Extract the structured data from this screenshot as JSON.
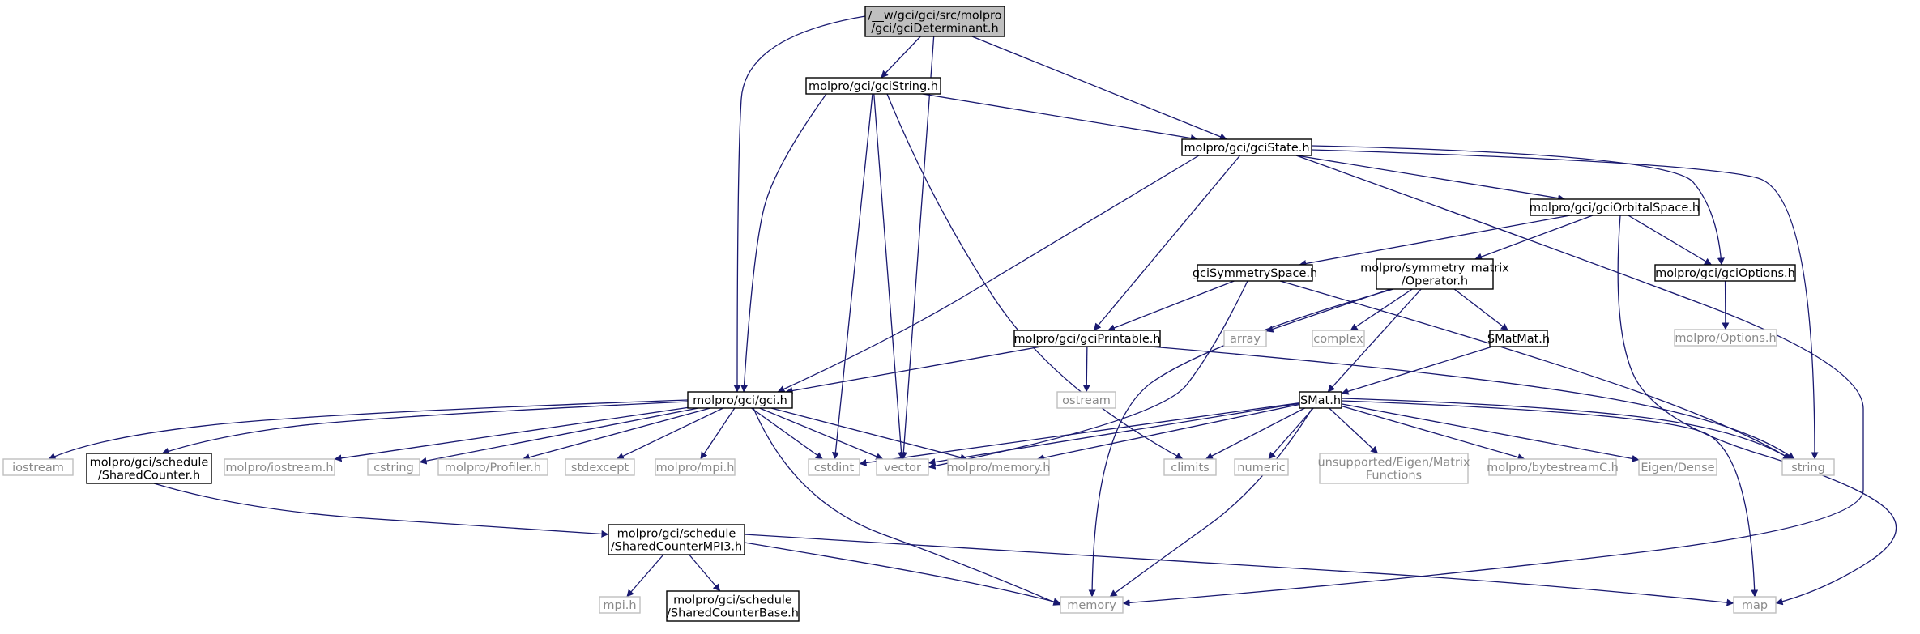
{
  "diagram": {
    "kind": "include-dependency-graph",
    "colors": {
      "edge": "#191970",
      "root_fill": "#bfbfbf",
      "node_border": "#000000",
      "external_border": "#bfbfbf",
      "external_text": "#8a8a8a"
    },
    "nodes": {
      "root": {
        "lines": [
          "/__w/gci/gci/src/molpro",
          "/gci/gciDeterminant.h"
        ],
        "style": "root"
      },
      "gciString": {
        "lines": [
          "molpro/gci/gciString.h"
        ],
        "style": "local"
      },
      "gciState": {
        "lines": [
          "molpro/gci/gciState.h"
        ],
        "style": "local"
      },
      "gciOrbitalSpace": {
        "lines": [
          "molpro/gci/gciOrbitalSpace.h"
        ],
        "style": "local"
      },
      "gciSymmetrySpace": {
        "lines": [
          "gciSymmetrySpace.h"
        ],
        "style": "local"
      },
      "operator": {
        "lines": [
          "molpro/symmetry_matrix",
          "/Operator.h"
        ],
        "style": "local"
      },
      "gciOptions": {
        "lines": [
          "molpro/gci/gciOptions.h"
        ],
        "style": "local"
      },
      "optionsH": {
        "lines": [
          "molpro/Options.h"
        ],
        "style": "ext"
      },
      "array": {
        "lines": [
          "array"
        ],
        "style": "ext"
      },
      "complex": {
        "lines": [
          "complex"
        ],
        "style": "ext"
      },
      "sMatMat": {
        "lines": [
          "SMatMat.h"
        ],
        "style": "local"
      },
      "gciPrintable": {
        "lines": [
          "molpro/gci/gciPrintable.h"
        ],
        "style": "local"
      },
      "ostream": {
        "lines": [
          "ostream"
        ],
        "style": "ext"
      },
      "gciH": {
        "lines": [
          "molpro/gci/gci.h"
        ],
        "style": "local"
      },
      "sMat": {
        "lines": [
          "SMat.h"
        ],
        "style": "local"
      },
      "iostream": {
        "lines": [
          "iostream"
        ],
        "style": "ext"
      },
      "sharedCounter": {
        "lines": [
          "molpro/gci/schedule",
          "/SharedCounter.h"
        ],
        "style": "local"
      },
      "molproIostream": {
        "lines": [
          "molpro/iostream.h"
        ],
        "style": "ext"
      },
      "cstring": {
        "lines": [
          "cstring"
        ],
        "style": "ext"
      },
      "profiler": {
        "lines": [
          "molpro/Profiler.h"
        ],
        "style": "ext"
      },
      "stdexcept": {
        "lines": [
          "stdexcept"
        ],
        "style": "ext"
      },
      "mpiMolpro": {
        "lines": [
          "molpro/mpi.h"
        ],
        "style": "ext"
      },
      "cstdint": {
        "lines": [
          "cstdint"
        ],
        "style": "ext"
      },
      "vector": {
        "lines": [
          "vector"
        ],
        "style": "ext"
      },
      "molproMemory": {
        "lines": [
          "molpro/memory.h"
        ],
        "style": "ext"
      },
      "climits": {
        "lines": [
          "climits"
        ],
        "style": "ext"
      },
      "numeric": {
        "lines": [
          "numeric"
        ],
        "style": "ext"
      },
      "eigenMatrix": {
        "lines": [
          "unsupported/Eigen/Matrix",
          "Functions"
        ],
        "style": "ext"
      },
      "bytestream": {
        "lines": [
          "molpro/bytestreamC.h"
        ],
        "style": "ext"
      },
      "eigenDense": {
        "lines": [
          "Eigen/Dense"
        ],
        "style": "ext"
      },
      "string": {
        "lines": [
          "string"
        ],
        "style": "ext"
      },
      "sharedCounterMPI3": {
        "lines": [
          "molpro/gci/schedule",
          "/SharedCounterMPI3.h"
        ],
        "style": "local"
      },
      "mpiH": {
        "lines": [
          "mpi.h"
        ],
        "style": "ext"
      },
      "sharedCounterBase": {
        "lines": [
          "molpro/gci/schedule",
          "/SharedCounterBase.h"
        ],
        "style": "local"
      },
      "memory": {
        "lines": [
          "memory"
        ],
        "style": "ext"
      },
      "map": {
        "lines": [
          "map"
        ],
        "style": "ext"
      }
    },
    "edges": [
      [
        "root",
        "gciString"
      ],
      [
        "root",
        "gciState"
      ],
      [
        "root",
        "gciH"
      ],
      [
        "root",
        "vector"
      ],
      [
        "gciString",
        "gciState"
      ],
      [
        "gciString",
        "gciH"
      ],
      [
        "gciString",
        "cstdint"
      ],
      [
        "gciString",
        "vector"
      ],
      [
        "gciString",
        "climits"
      ],
      [
        "gciState",
        "gciOrbitalSpace"
      ],
      [
        "gciState",
        "gciOptions"
      ],
      [
        "gciState",
        "gciPrintable"
      ],
      [
        "gciState",
        "gciH"
      ],
      [
        "gciState",
        "string"
      ],
      [
        "gciState",
        "memory"
      ],
      [
        "gciOrbitalSpace",
        "gciSymmetrySpace"
      ],
      [
        "gciOrbitalSpace",
        "operator"
      ],
      [
        "gciOrbitalSpace",
        "gciOptions"
      ],
      [
        "gciOrbitalSpace",
        "map"
      ],
      [
        "gciOptions",
        "optionsH"
      ],
      [
        "gciSymmetrySpace",
        "gciPrintable"
      ],
      [
        "gciSymmetrySpace",
        "vector"
      ],
      [
        "gciSymmetrySpace",
        "string"
      ],
      [
        "operator",
        "array"
      ],
      [
        "operator",
        "complex"
      ],
      [
        "operator",
        "sMatMat"
      ],
      [
        "operator",
        "sMat"
      ],
      [
        "operator",
        "memory"
      ],
      [
        "sMatMat",
        "sMat"
      ],
      [
        "gciPrintable",
        "ostream"
      ],
      [
        "gciPrintable",
        "gciH"
      ],
      [
        "gciPrintable",
        "string"
      ],
      [
        "gciH",
        "iostream"
      ],
      [
        "gciH",
        "sharedCounter"
      ],
      [
        "gciH",
        "molproIostream"
      ],
      [
        "gciH",
        "cstring"
      ],
      [
        "gciH",
        "profiler"
      ],
      [
        "gciH",
        "stdexcept"
      ],
      [
        "gciH",
        "mpiMolpro"
      ],
      [
        "gciH",
        "cstdint"
      ],
      [
        "gciH",
        "vector"
      ],
      [
        "gciH",
        "molproMemory"
      ],
      [
        "gciH",
        "memory"
      ],
      [
        "sMat",
        "cstdint"
      ],
      [
        "sMat",
        "vector"
      ],
      [
        "sMat",
        "molproMemory"
      ],
      [
        "sMat",
        "climits"
      ],
      [
        "sMat",
        "numeric"
      ],
      [
        "sMat",
        "eigenMatrix"
      ],
      [
        "sMat",
        "bytestream"
      ],
      [
        "sMat",
        "eigenDense"
      ],
      [
        "sMat",
        "string"
      ],
      [
        "sMat",
        "memory"
      ],
      [
        "sMat",
        "map"
      ],
      [
        "sharedCounter",
        "sharedCounterMPI3"
      ],
      [
        "sharedCounterMPI3",
        "mpiH"
      ],
      [
        "sharedCounterMPI3",
        "sharedCounterBase"
      ],
      [
        "sharedCounterMPI3",
        "memory"
      ],
      [
        "sharedCounterMPI3",
        "map"
      ]
    ]
  }
}
